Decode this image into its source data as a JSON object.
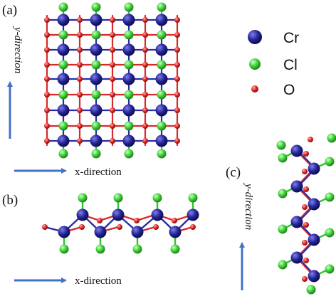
{
  "panels": {
    "a": {
      "label": "(a)",
      "y_axis_label": "y-direction",
      "x_axis_label": "x-direction"
    },
    "b": {
      "label": "(b)",
      "x_axis_label": "x-direction"
    },
    "c": {
      "label": "(c)",
      "y_axis_label": "y-direction"
    }
  },
  "legend": [
    {
      "symbol": "Cr",
      "color": "#1f1f8f"
    },
    {
      "symbol": "Cl",
      "color": "#3fd23f"
    },
    {
      "symbol": "O",
      "color": "#dd2222"
    }
  ],
  "colors": {
    "cr": "#1f1f8f",
    "cl": "#3fd23f",
    "o": "#dd2222",
    "arrow": "#4472c4",
    "bond_cr": "#2b2ba8",
    "bond_o": "#d82a2a",
    "bond_cl": "#33c433"
  }
}
